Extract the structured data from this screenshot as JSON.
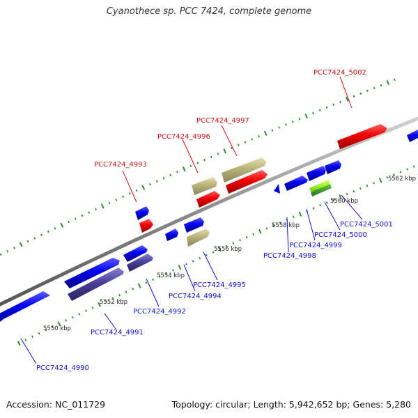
{
  "title": "Cyanothece sp. PCC 7424, complete genome",
  "footer": {
    "accession": "Accession: NC_011729",
    "summary": "Topology: circular; Length: 5,942,652 bp; Genes: 5,280"
  },
  "colors": {
    "forward_gene": "#0000ee",
    "reverse_gene": "#ee0000",
    "other_gene": "#4a3f9a",
    "tan_gene": "#b9b27a",
    "green_gene": "#66cc00",
    "backbone": "#8c8c8c",
    "tick": "#2e8b2e"
  },
  "scale_labels": [
    "5550 kbp",
    "5552 kbp",
    "5554 kbp",
    "5556 kbp",
    "5558 kbp",
    "5560 kbp",
    "5562 kbp"
  ],
  "gene_labels": [
    {
      "id": "PCC7424_4990",
      "color": "blue"
    },
    {
      "id": "PCC7424_4991",
      "color": "blue"
    },
    {
      "id": "PCC7424_4992",
      "color": "blue"
    },
    {
      "id": "PCC7424_4993",
      "color": "red"
    },
    {
      "id": "PCC7424_4994",
      "color": "blue"
    },
    {
      "id": "PCC7424_4995",
      "color": "blue"
    },
    {
      "id": "PCC7424_4996",
      "color": "red"
    },
    {
      "id": "PCC7424_4997",
      "color": "red"
    },
    {
      "id": "PCC7424_4998",
      "color": "blue"
    },
    {
      "id": "PCC7424_4999",
      "color": "blue"
    },
    {
      "id": "PCC7424_5000",
      "color": "blue"
    },
    {
      "id": "PCC7424_5001",
      "color": "blue"
    },
    {
      "id": "PCC7424_5002",
      "color": "red"
    }
  ]
}
